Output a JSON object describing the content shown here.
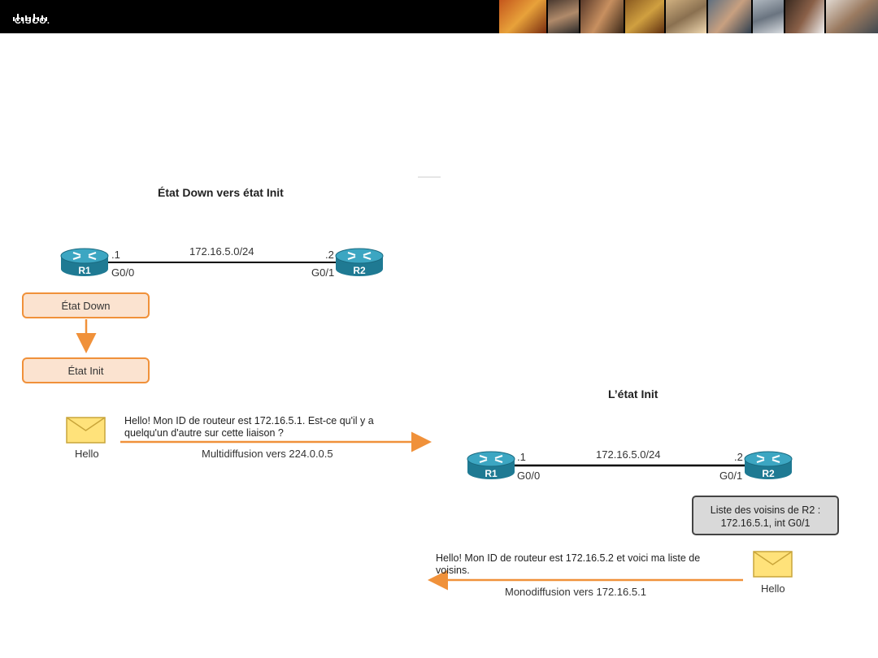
{
  "header": {
    "logo_text": "CISCO."
  },
  "left": {
    "title": "État Down vers état Init",
    "network": "172.16.5.0/24",
    "r1": {
      "label": "R1",
      "addr": ".1",
      "iface": "G0/0"
    },
    "r2": {
      "label": "R2",
      "addr": ".2",
      "iface": "G0/1"
    },
    "state_down": "État Down",
    "state_init": "État Init",
    "hello_label": "Hello",
    "message_line1": "Hello! Mon ID de routeur est 172.16.5.1. Est-ce qu'il y a",
    "message_line2": "quelqu'un d'autre sur cette liaison ?",
    "multicast": "Multidiffusion vers 224.0.0.5"
  },
  "right": {
    "title": "L’état Init",
    "network": "172.16.5.0/24",
    "r1": {
      "label": "R1",
      "addr": ".1",
      "iface": "G0/0"
    },
    "r2": {
      "label": "R2",
      "addr": ".2",
      "iface": "G0/1"
    },
    "neighbor_line1": "Liste des voisins de R2 :",
    "neighbor_line2": "172.16.5.1, int G0/1",
    "message_line1": "Hello! Mon ID de routeur est 172.16.5.2 et voici ma liste de",
    "message_line2": "voisins.",
    "hello_label": "Hello",
    "unicast": "Monodiffusion vers 172.16.5.1"
  },
  "colors": {
    "accent": "#f0913a",
    "router": "#2a8fa8",
    "state_fill": "#fbe3d0"
  }
}
